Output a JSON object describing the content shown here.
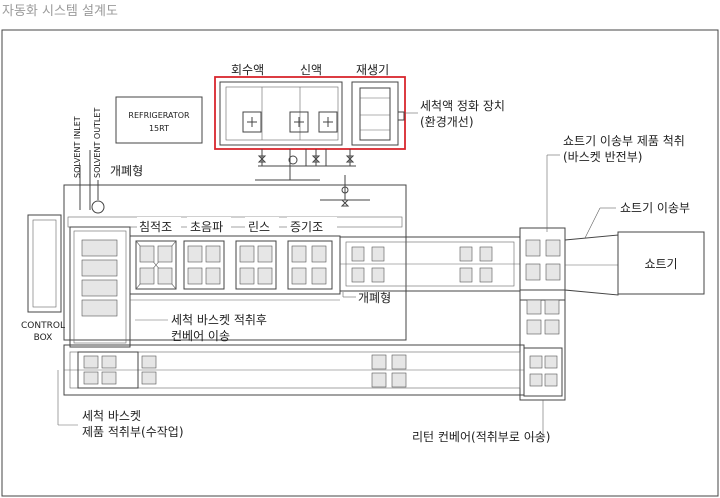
{
  "title": "자동화 시스템 설계도",
  "tanks": {
    "recovery": "회수액",
    "fresh": "신액",
    "regenerator": "재생기"
  },
  "purifier_label": "세척액 정화 장치",
  "purifier_sub": "(환경개선)",
  "refrigerator_line1": "REFRIGERATOR",
  "refrigerator_line2": "15RT",
  "solvent_inlet": "SOLVENT INLET",
  "solvent_outlet": "SOLVENT OUTLET",
  "door_type_top": "개폐형",
  "door_type_bottom": "개폐형",
  "process_labels": [
    "침적조",
    "초음파",
    "린스",
    "증기조"
  ],
  "control_box_line1": "CONTROL",
  "control_box_line2": "BOX",
  "shot_blast_label": "쇼트기",
  "shot_transfer_label": "쇼트기 이송부",
  "product_loading_line1": "쇼트기 이송부 제품 척취",
  "product_loading_line2": "(바스켓 반전부)",
  "after_loading_line1": "세척 바스켓 적취후",
  "after_loading_line2": "컨베어 이송",
  "manual_line1": "세척 바스켓",
  "manual_line2": "제품 적취부(수작업)",
  "return_conveyor": "리턴 컨베어(적취부로 이송)",
  "colors": {
    "highlight_red": "#d8262e",
    "title_gray": "#9a9a9a",
    "line": "#444444"
  }
}
